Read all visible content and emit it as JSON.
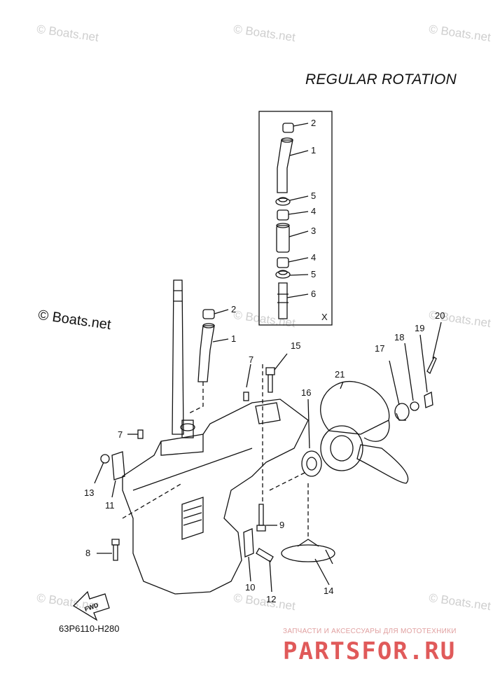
{
  "diagram": {
    "title": "REGULAR ROTATION",
    "drawing_code": "63P6110-H280",
    "inset_label": "X",
    "fwd_label": "FWD"
  },
  "watermark": {
    "text": "© Boats.net"
  },
  "shop": {
    "tagline": "ЗАПЧАСТИ И АКСЕССУАРЫ ДЛЯ МОТОТЕХНИКИ",
    "brand": "PARTSFOR.RU"
  },
  "callouts": [
    "1",
    "2",
    "3",
    "4",
    "4",
    "5",
    "5",
    "6",
    "1",
    "2",
    "7",
    "7",
    "8",
    "9",
    "10",
    "11",
    "12",
    "13",
    "14",
    "15",
    "16",
    "17",
    "18",
    "19",
    "20",
    "21"
  ]
}
